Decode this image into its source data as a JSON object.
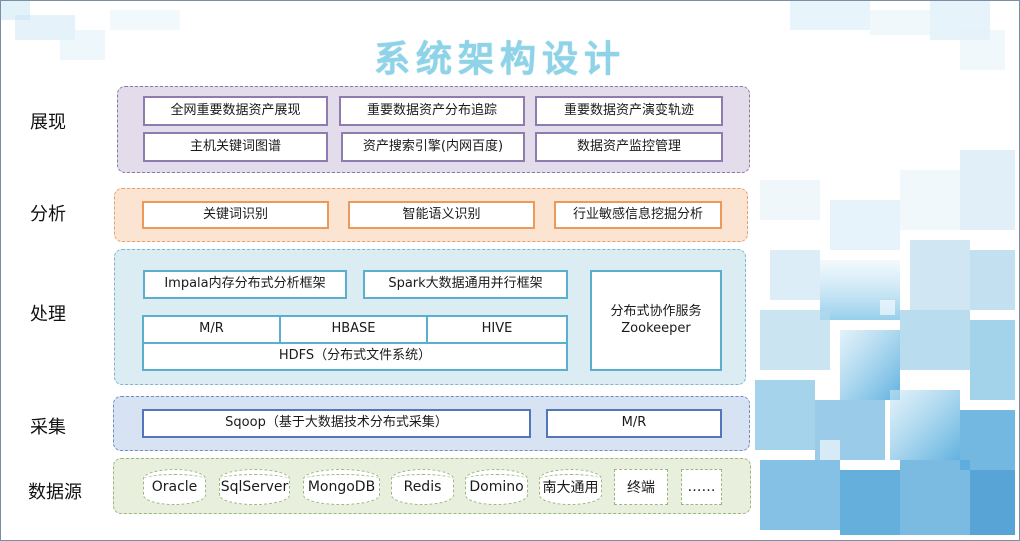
{
  "title": "系统架构设计",
  "layers": {
    "show": {
      "label": "展现",
      "items": [
        "全网重要数据资产展现",
        "重要数据资产分布追踪",
        "重要数据资产演变轨迹",
        "主机关键词图谱",
        "资产搜索引擎(内网百度)",
        "数据资产监控管理"
      ]
    },
    "analysis": {
      "label": "分析",
      "items": [
        "关键词识别",
        "智能语义识别",
        "行业敏感信息挖掘分析"
      ]
    },
    "process": {
      "label": "处理",
      "impala": "Impala内存分布式分析框架",
      "spark": "Spark大数据通用并行框架",
      "mr": "M/R",
      "hbase": "HBASE",
      "hive": "HIVE",
      "hdfs": "HDFS（分布式文件系统）",
      "zk_line1": "分布式协作服务",
      "zk_line2": "Zookeeper"
    },
    "collect": {
      "label": "采集",
      "sqoop": "Sqoop（基于大数据技术分布式采集）",
      "mr": "M/R"
    },
    "source": {
      "label": "数据源",
      "items": [
        "Oracle",
        "SqlServer",
        "MongoDB",
        "Redis",
        "Domino",
        "南大通用",
        "终端",
        "……"
      ]
    }
  }
}
